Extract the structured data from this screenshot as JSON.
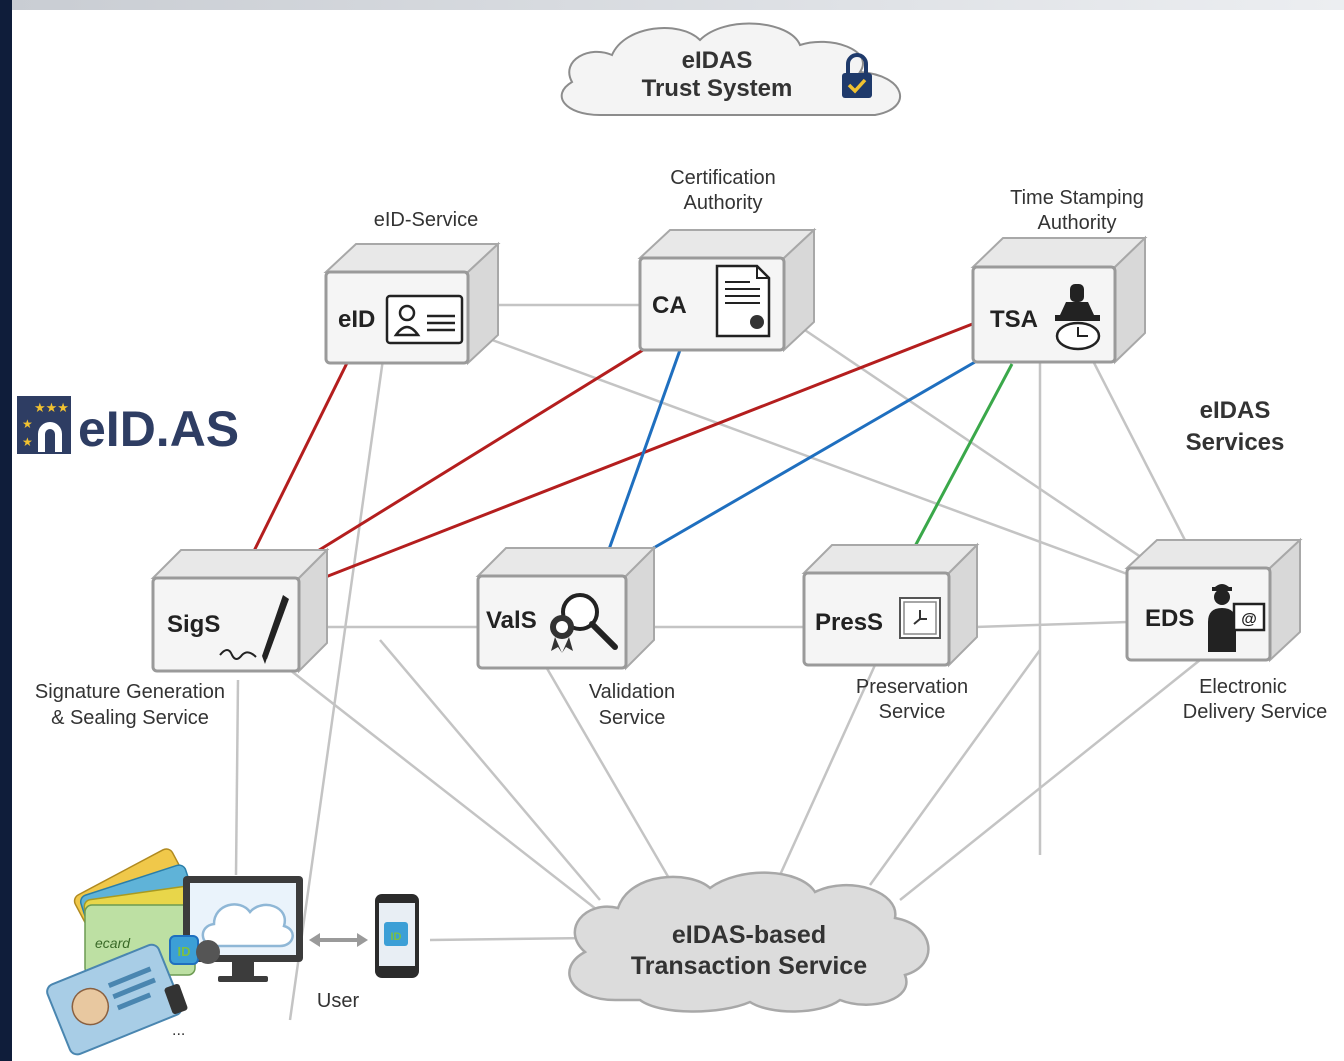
{
  "trust_cloud": {
    "line1": "eIDAS",
    "line2": "Trust System"
  },
  "logo": {
    "text": "eID.AS"
  },
  "services_label": {
    "line1": "eIDAS",
    "line2": "Services"
  },
  "nodes": {
    "eid": {
      "label": "eID",
      "caption1": "eID-Service",
      "caption2": ""
    },
    "ca": {
      "label": "CA",
      "caption1": "Certification",
      "caption2": "Authority"
    },
    "tsa": {
      "label": "TSA",
      "caption1": "Time Stamping",
      "caption2": "Authority"
    },
    "sigs": {
      "label": "SigS",
      "caption1": "Signature Generation",
      "caption2": "& Sealing Service"
    },
    "vals": {
      "label": "ValS",
      "caption1": "Validation",
      "caption2": "Service"
    },
    "press": {
      "label": "PresS",
      "caption1": "Preservation",
      "caption2": "Service"
    },
    "eds": {
      "label": "EDS",
      "caption1": "Electronic",
      "caption2": "Delivery Service"
    }
  },
  "transaction_cloud": {
    "line1": "eIDAS-based",
    "line2": "Transaction Service"
  },
  "user": {
    "label": "User",
    "cards_ellipsis": "...",
    "card_text": "ecard"
  },
  "colors": {
    "red": "#b41e1e",
    "blue": "#1f6fbf",
    "green": "#3aa84a",
    "grey": "#c4c4c4"
  },
  "icons": [
    "lock-icon",
    "id-card-icon",
    "certificate-icon",
    "stamp-clock-icon",
    "pen-icon",
    "magnifier-seal-icon",
    "safe-icon",
    "courier-icon",
    "monitor-cloud-icon",
    "smartphone-icon"
  ]
}
